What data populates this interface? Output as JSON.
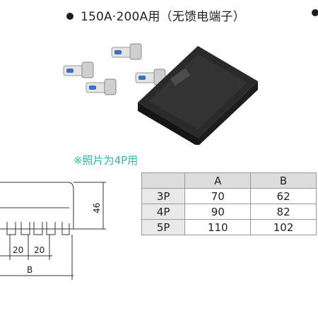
{
  "header": {
    "title": "150A·200A用（无馈电端子）"
  },
  "caption": "※照片为4P用",
  "drawing": {
    "dim_height": "46",
    "dim_pitch_1": "20",
    "dim_pitch_2": "20",
    "dim_width": "B"
  },
  "table": {
    "columns": [
      "",
      "A",
      "B"
    ],
    "rows": [
      {
        "label": "3P",
        "a": "70",
        "b": "62"
      },
      {
        "label": "4P",
        "a": "90",
        "b": "82"
      },
      {
        "label": "5P",
        "a": "110",
        "b": "102"
      }
    ]
  },
  "colors": {
    "caption": "#2bb7b4",
    "table_header": "#dcdcdc",
    "table_label": "#e9e9e9"
  },
  "icons": {
    "bullet": "filled-circle"
  }
}
